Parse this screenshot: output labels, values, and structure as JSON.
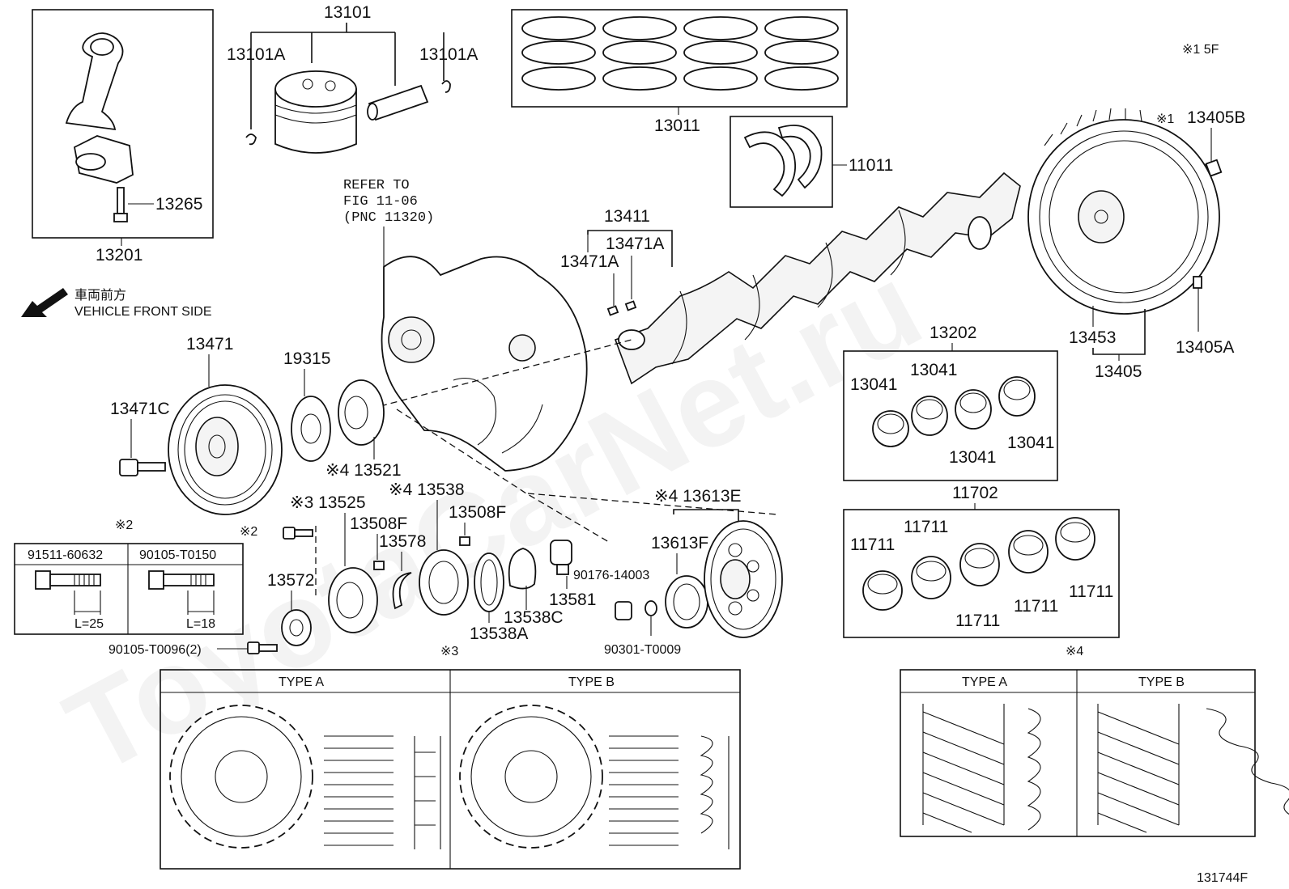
{
  "watermark": "ToyotaCarNet.ru",
  "figure_id": "131744F",
  "note_top_right": "※1 5F",
  "refer": {
    "line1": "REFER TO",
    "line2": "FIG 11-06",
    "line3": "(PNC 11320)"
  },
  "front": {
    "jp": "車両前方",
    "en": "VEHICLE FRONT SIDE"
  },
  "labels": {
    "p13101": "13101",
    "p13101A_l": "13101A",
    "p13101A_r": "13101A",
    "p13265": "13265",
    "p13201": "13201",
    "p13011": "13011",
    "p11011": "11011",
    "p13411": "13411",
    "p13471A_a": "13471A",
    "p13471A_b": "13471A",
    "p13405B": "13405B",
    "m13405B": "※1",
    "p13453": "13453",
    "p13405A": "13405A",
    "p13405": "13405",
    "p13202": "13202",
    "p13041_a": "13041",
    "p13041_b": "13041",
    "p13041_c": "13041",
    "p13041_d": "13041",
    "p11702": "11702",
    "p11711_a": "11711",
    "p11711_b": "11711",
    "p11711_c": "11711",
    "p11711_d": "11711",
    "p11711_e": "11711",
    "p13471": "13471",
    "p13471C": "13471C",
    "p19315": "19315",
    "p13521": "※4 13521",
    "p13525": "※3 13525",
    "p13538": "※4 13538",
    "p13508F_a": "13508F",
    "p13508F_b": "13508F",
    "p13578": "13578",
    "p13572": "13572",
    "p13538A": "13538A",
    "p13538C": "13538C",
    "p13581": "13581",
    "p90176": "90176-14003",
    "p90301": "90301-T0009",
    "p13613E": "※4 13613E",
    "p13613F": "13613F",
    "p90105_96": "90105-T0096(2)",
    "m2_bolt": "※2",
    "m2_table": "※2",
    "m3": "※3",
    "m4": "※4"
  },
  "bolt_table": {
    "col1": "91511-60632",
    "col2": "90105-T0150",
    "len1": "L=25",
    "len2": "L=18"
  },
  "type_boxes": {
    "a_left": "TYPE A",
    "b_left": "TYPE B",
    "a_right": "TYPE A",
    "b_right": "TYPE B"
  }
}
